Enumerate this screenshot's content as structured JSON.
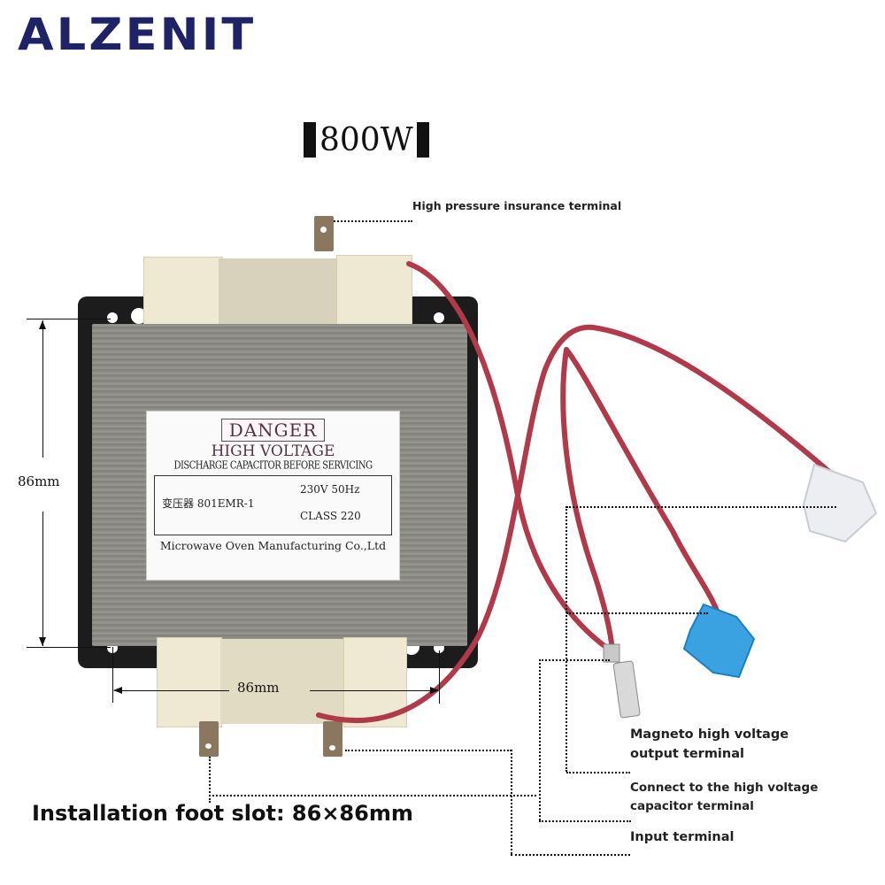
{
  "brand": {
    "name": "ALZENIT",
    "color": "#1d2366"
  },
  "header": {
    "power_rating": "800W"
  },
  "transformer_label": {
    "danger": "DANGER",
    "high_voltage": "HIGH VOLTAGE",
    "warning": "DISCHARGE CAPACITOR BEFORE SERVICING",
    "model": "变压器 801EMR-1",
    "voltage_freq": "230V 50Hz",
    "class": "CLASS 220",
    "manufacturer": "Microwave Oven Manufacturing Co.,Ltd"
  },
  "dimensions": {
    "height": "86mm",
    "width": "86mm"
  },
  "callouts": {
    "top": "High pressure insurance terminal",
    "magneto_line1": "Magneto high voltage",
    "magneto_line2": "output terminal",
    "capacitor_line1": "Connect to the high voltage",
    "capacitor_line2": "capacitor terminal",
    "input": "Input terminal"
  },
  "footer": {
    "installation": "Installation foot slot: 86×86mm"
  },
  "colors": {
    "wire": "#b0394a",
    "blue_connector": "#2f9be0",
    "clear_connector": "#e8eaee",
    "core": "#8a8a84",
    "plate": "#1c1c1c"
  }
}
